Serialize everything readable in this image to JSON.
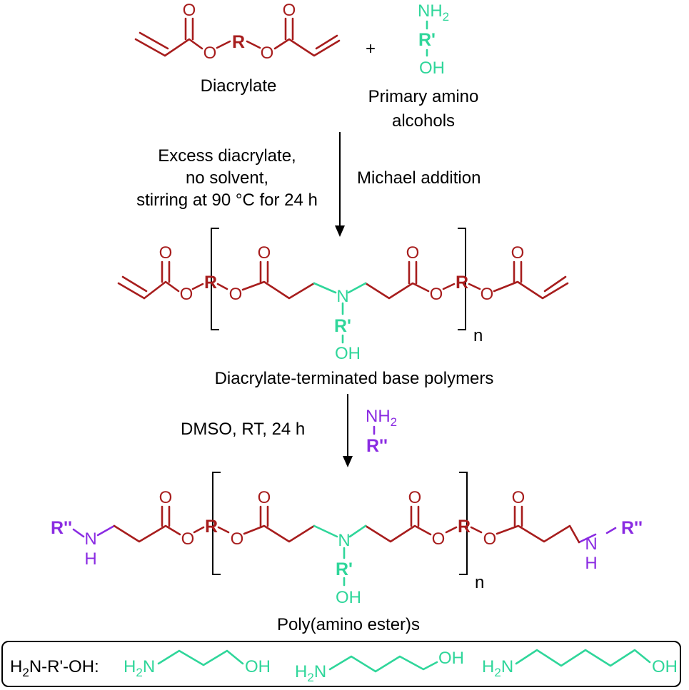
{
  "colors": {
    "backbone": "#a71d1d",
    "amino_alcohol": "#2fd69a",
    "amine_cap": "#8a2be2",
    "text": "#000000"
  },
  "reactants": {
    "diacrylate": {
      "label": "Diacrylate",
      "R": "R",
      "O": "O"
    },
    "plus": "+",
    "amino_alcohol": {
      "label_line1": "Primary amino",
      "label_line2": "alcohols",
      "NH": "NH",
      "sub2": "2",
      "R": "R'",
      "OH": "OH"
    }
  },
  "step1": {
    "conditions_line1": "Excess diacrylate,",
    "conditions_line2": "no solvent,",
    "conditions_line3": "stirring at 90 °C for 24 h",
    "reaction": "Michael addition"
  },
  "base_polymer": {
    "label": "Diacrylate-terminated base polymers",
    "n": "n",
    "N": "N",
    "R_prime": "R'",
    "OH": "OH",
    "R": "R",
    "O": "O"
  },
  "step2": {
    "conditions": "DMSO, RT, 24 h",
    "reagent_NH": "NH",
    "reagent_sub2": "2",
    "reagent_R": "R''"
  },
  "product": {
    "label": "Poly(amino ester)s",
    "n": "n",
    "cap_R": "R''",
    "cap_N": "N",
    "cap_H": "H",
    "N": "N",
    "R_prime": "R'",
    "OH": "OH",
    "R": "R",
    "O": "O"
  },
  "legend": {
    "prefix_H": "H",
    "prefix_sub2": "2",
    "prefix_rest": "N-R'-OH:",
    "H2N_H": "H",
    "H2N_sub": "2",
    "H2N_N": "N",
    "OH": "OH"
  }
}
